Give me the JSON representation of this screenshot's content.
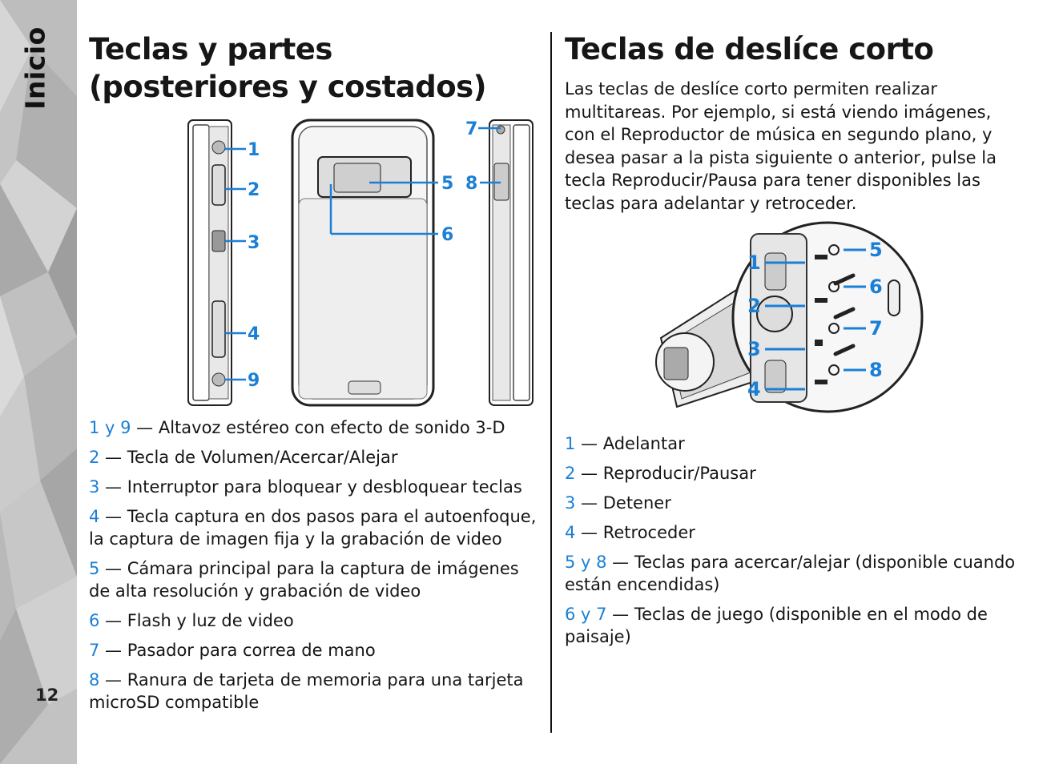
{
  "sidebar": {
    "section_title": "Inicio",
    "page_number": "12"
  },
  "left": {
    "title": "Teclas y partes (posteriores y costados)",
    "figure_labels": [
      "1",
      "2",
      "3",
      "4",
      "9",
      "5",
      "6",
      "7",
      "8"
    ],
    "items": [
      {
        "key": "1 y 9",
        "text": " — Altavoz estéreo con efecto de sonido 3-D"
      },
      {
        "key": "2",
        "text": " — Tecla de Volumen/Acercar/Alejar"
      },
      {
        "key": "3",
        "text": " — Interruptor para bloquear y desbloquear teclas"
      },
      {
        "key": "4",
        "text": " — Tecla captura en dos pasos para el autoenfoque, la captura de imagen fija y la grabación de video"
      },
      {
        "key": "5",
        "text": " — Cámara principal para la captura de imágenes de alta resolución y grabación de video"
      },
      {
        "key": "6",
        "text": " — Flash y luz de video"
      },
      {
        "key": "7",
        "text": " — Pasador para correa de mano"
      },
      {
        "key": "8",
        "text": " — Ranura de tarjeta de memoria para una tarjeta microSD compatible"
      }
    ]
  },
  "right": {
    "title": "Teclas de deslíce corto",
    "intro": "Las teclas de deslíce corto permiten realizar multitareas. Por ejemplo, si está viendo imágenes, con el Reproductor de música en segundo plano, y desea pasar a la pista siguiente o anterior, pulse la tecla Reproducir/Pausa para tener disponibles las teclas para adelantar y retroceder.",
    "figure_labels": [
      "1",
      "2",
      "3",
      "4",
      "5",
      "6",
      "7",
      "8"
    ],
    "items": [
      {
        "key": "1",
        "text": " — Adelantar"
      },
      {
        "key": "2",
        "text": " — Reproducir/Pausar"
      },
      {
        "key": "3",
        "text": " — Detener"
      },
      {
        "key": "4",
        "text": " — Retroceder"
      },
      {
        "key": "5 y 8",
        "text": " — Teclas para acercar/alejar (disponible cuando están encendidas)"
      },
      {
        "key": "6 y 7",
        "text": " — Teclas de juego (disponible en el modo de paisaje)"
      }
    ]
  },
  "colors": {
    "accent_blue": "#1a7fd6",
    "strip_gray": "#c9c9c9"
  }
}
